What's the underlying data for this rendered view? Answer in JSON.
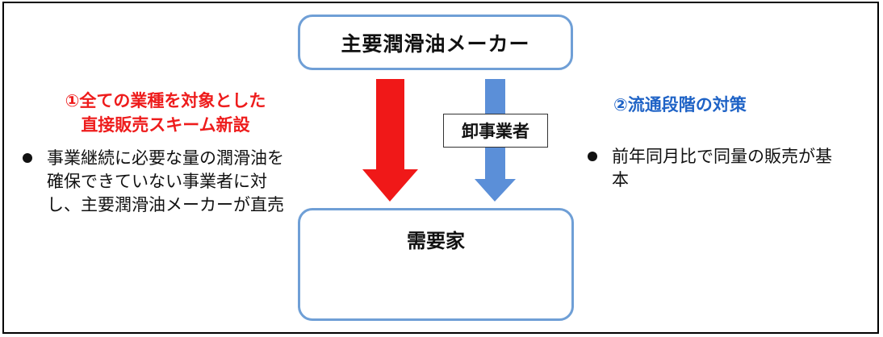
{
  "maker_label": "主要潤滑油メーカー",
  "wholesaler_label": "卸事業者",
  "customer_label": "需要家",
  "left_section": {
    "heading_line1": "①全ての業種を対象とした",
    "heading_line2": "直接販売スキーム新設",
    "bullet": "事業継続に必要な量の潤滑油を確保できていない事業者に対し、主要潤滑油メーカーが直売"
  },
  "right_section": {
    "heading": "②流通段階の対策",
    "bullet": "前年同月比で同量の販売が基本"
  },
  "colors": {
    "red": "#ee1c1c",
    "blue_heading": "#1f63c6",
    "blue_arrow": "#5b8fd8",
    "box_border": "#6f9fd6"
  },
  "icons": [
    "hospital-icon",
    "factory-icon"
  ]
}
